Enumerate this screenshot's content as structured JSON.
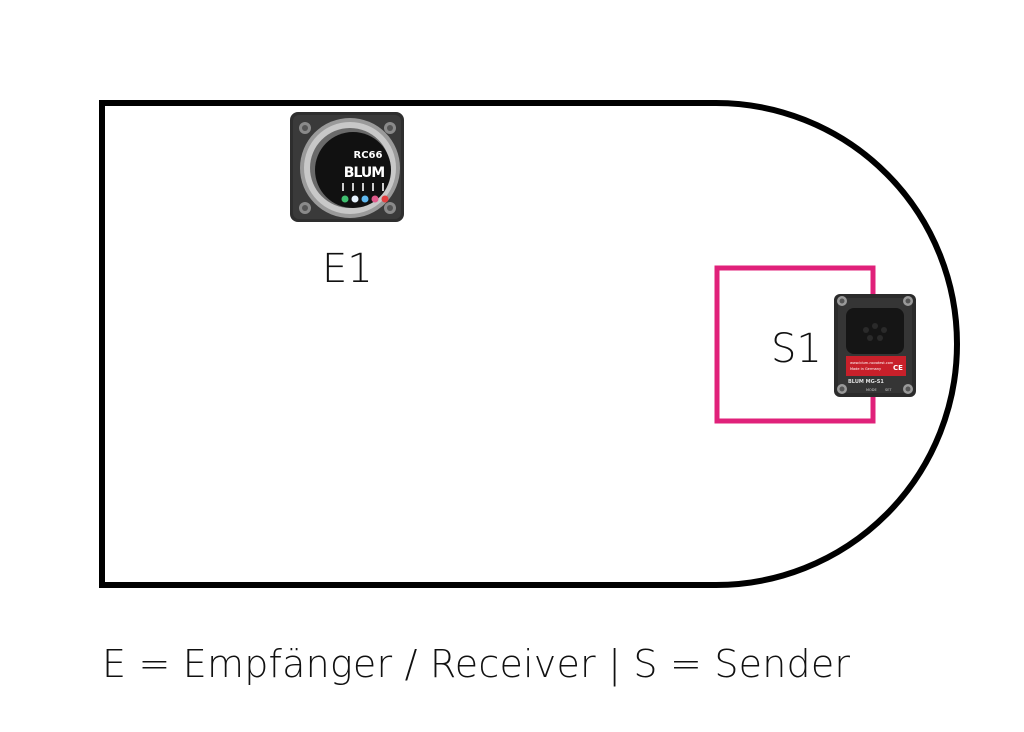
{
  "devices": {
    "receiver": {
      "id": "E1",
      "model": "RC66",
      "brand": "BLUM"
    },
    "sender": {
      "id": "S1",
      "brand_line": "BLUM MG-S1",
      "website": "www.blum-novotest.com",
      "origin": "Made in Germany",
      "badge": "CE",
      "btn_mode": "MODE",
      "btn_set": "SET"
    }
  },
  "legend": "E = Empfänger / Receiver | S = Sender",
  "colors": {
    "outline": "#000000",
    "highlight": "#e0217a",
    "sender_band": "#c8202a",
    "device_body": "#2b2b2b"
  },
  "icons": {
    "receiver": "rc66-receiver-device",
    "sender": "mg-s1-sender-device"
  }
}
